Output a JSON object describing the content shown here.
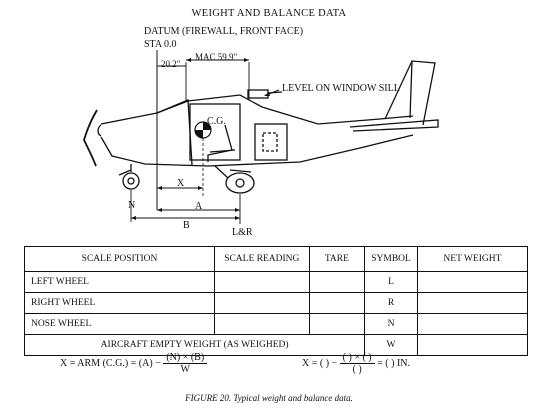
{
  "title": "WEIGHT AND BALANCE DATA",
  "diagram": {
    "datum_label": "DATUM (FIREWALL, FRONT FACE)",
    "sta_label": "STA 0.0",
    "dim_datum_mac": "20.2\"",
    "mac_label": "MAC 59.9\"",
    "level_label": "LEVEL ON WINDOW SILL",
    "cg_label": "C.G.",
    "x_label": "X",
    "a_label": "A",
    "b_label": "B",
    "n_label": "N",
    "lb_label": "L&R"
  },
  "table": {
    "headers": [
      "SCALE POSITION",
      "SCALE READING",
      "TARE",
      "SYMBOL",
      "NET WEIGHT"
    ],
    "rows": [
      {
        "position": "LEFT WHEEL",
        "symbol": "L"
      },
      {
        "position": "RIGHT WHEEL",
        "symbol": "R"
      },
      {
        "position": "NOSE WHEEL",
        "symbol": "N"
      }
    ],
    "empty_weight_label": "AIRCRAFT EMPTY WEIGHT (AS WEIGHED)",
    "empty_weight_symbol": "W"
  },
  "formula": {
    "left_prefix": "X = ARM (C.G.) = (A) −",
    "left_num": "(N) × (B)",
    "left_den": "W",
    "right_prefix": "X = (      ) −",
    "right_num": "(      ) × (      )",
    "right_den": "(      )",
    "right_suffix": "= (      ) IN."
  },
  "caption": "FIGURE 20. Typical weight and balance data."
}
